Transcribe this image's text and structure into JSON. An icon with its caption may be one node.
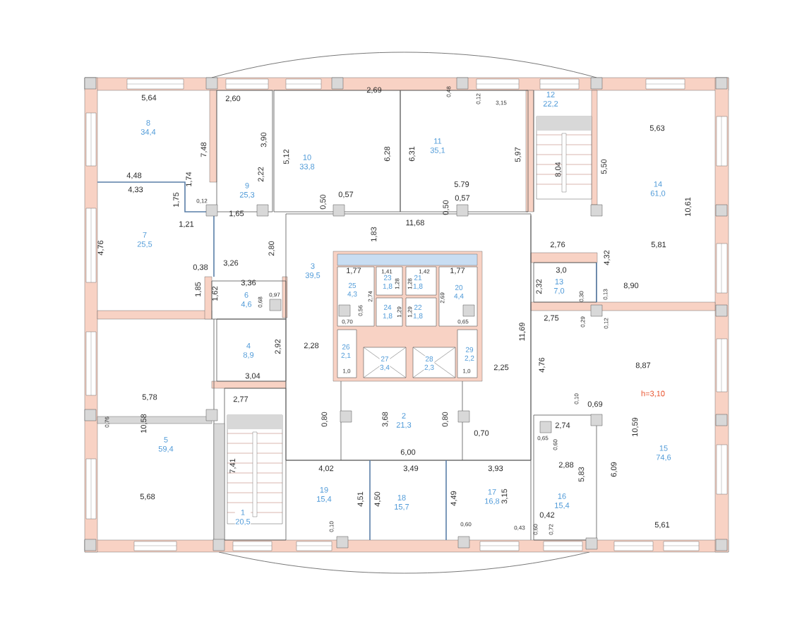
{
  "diagram": {
    "nodes": [
      {
        "text": [
          "1",
          "20,5"
        ]
      },
      {
        "text": [
          "2",
          "21,3"
        ]
      },
      {
        "text": [
          "3",
          "39,5"
        ]
      },
      {
        "text": [
          "4",
          "8,9"
        ]
      },
      {
        "text": [
          "5",
          "59,4"
        ]
      },
      {
        "text": [
          "6",
          "4,6"
        ]
      },
      {
        "text": [
          "7",
          "25,5"
        ]
      },
      {
        "text": [
          "8",
          "34,4"
        ]
      },
      {
        "text": [
          "9",
          "25,3"
        ]
      },
      {
        "text": [
          "10",
          "33,8"
        ]
      },
      {
        "text": [
          "11",
          "35,1"
        ]
      },
      {
        "text": [
          "12",
          "22,2"
        ]
      },
      {
        "text": [
          "13",
          "7,0"
        ]
      },
      {
        "text": [
          "14",
          "61,0"
        ]
      },
      {
        "text": [
          "15",
          "74,6"
        ]
      },
      {
        "text": [
          "16",
          "15,4"
        ]
      },
      {
        "text": [
          "17",
          "16,8"
        ]
      },
      {
        "text": [
          "18",
          "15,7"
        ]
      },
      {
        "text": [
          "19",
          "15,4"
        ]
      },
      {
        "text": [
          "20",
          "4,4"
        ]
      },
      {
        "text": [
          "21",
          "1,8"
        ]
      },
      {
        "text": [
          "22",
          "1,8"
        ]
      },
      {
        "text": [
          "23",
          "1,8"
        ]
      },
      {
        "text": [
          "24",
          "1,8"
        ]
      },
      {
        "text": [
          "25",
          "4,3"
        ]
      },
      {
        "text": [
          "26",
          "2,1"
        ]
      },
      {
        "text": [
          "27",
          "3,4"
        ]
      },
      {
        "text": [
          "28",
          "2,3"
        ]
      },
      {
        "text": [
          "29",
          "2,2"
        ]
      }
    ],
    "labels": [
      "5,64",
      "2,60",
      "2,69",
      "0,48",
      "0,12",
      "3,15",
      "7,48",
      "3,90",
      "5,12",
      "6,28",
      "6,31",
      "5,97",
      "5,63",
      "8,04",
      "5,50",
      "4,48",
      "1,74",
      "2,22",
      "5.79",
      "4,33",
      "1,75",
      "0,12",
      "0,50",
      "0,57",
      "0,50",
      "0,57",
      "10,61",
      "1,65",
      "1,21",
      "11,68",
      "1,83",
      "4,76",
      "2,80",
      "2,76",
      "5,81",
      "4,32",
      "3,26",
      "0,38",
      "1,77",
      "1,41",
      "1,42",
      "1,77",
      "3,0",
      "1,28",
      "1,28",
      "3,36",
      "2,32",
      "8,90",
      "1,85",
      "1,62",
      "0,97",
      "2,74",
      "2,69",
      "0,30",
      "0,13",
      "0,68",
      "0,56",
      "1,29",
      "1,29",
      "2,75",
      "0,29",
      "0,12",
      "0,70",
      "0,65",
      "11,69",
      "2,28",
      "2,92",
      "8,87",
      "4,76",
      "2,25",
      "1,0",
      "1,0",
      "3,04",
      "h=3,10",
      "5,78",
      "0,10",
      "2,77",
      "0,69",
      "0,76",
      "10,58",
      "0,80",
      "3,68",
      "0,80",
      "2,74",
      "10,59",
      "0,70",
      "0,65",
      "0,60",
      "6,00",
      "7,41",
      "4,02",
      "3,49",
      "3,93",
      "2,88",
      "5,83",
      "6,09",
      "5,68",
      "4,51",
      "4,50",
      "4,49",
      "3,15",
      "0,42",
      "5,61",
      "0,60",
      "0,10",
      "0,43",
      "0,60",
      "0,72"
    ]
  }
}
